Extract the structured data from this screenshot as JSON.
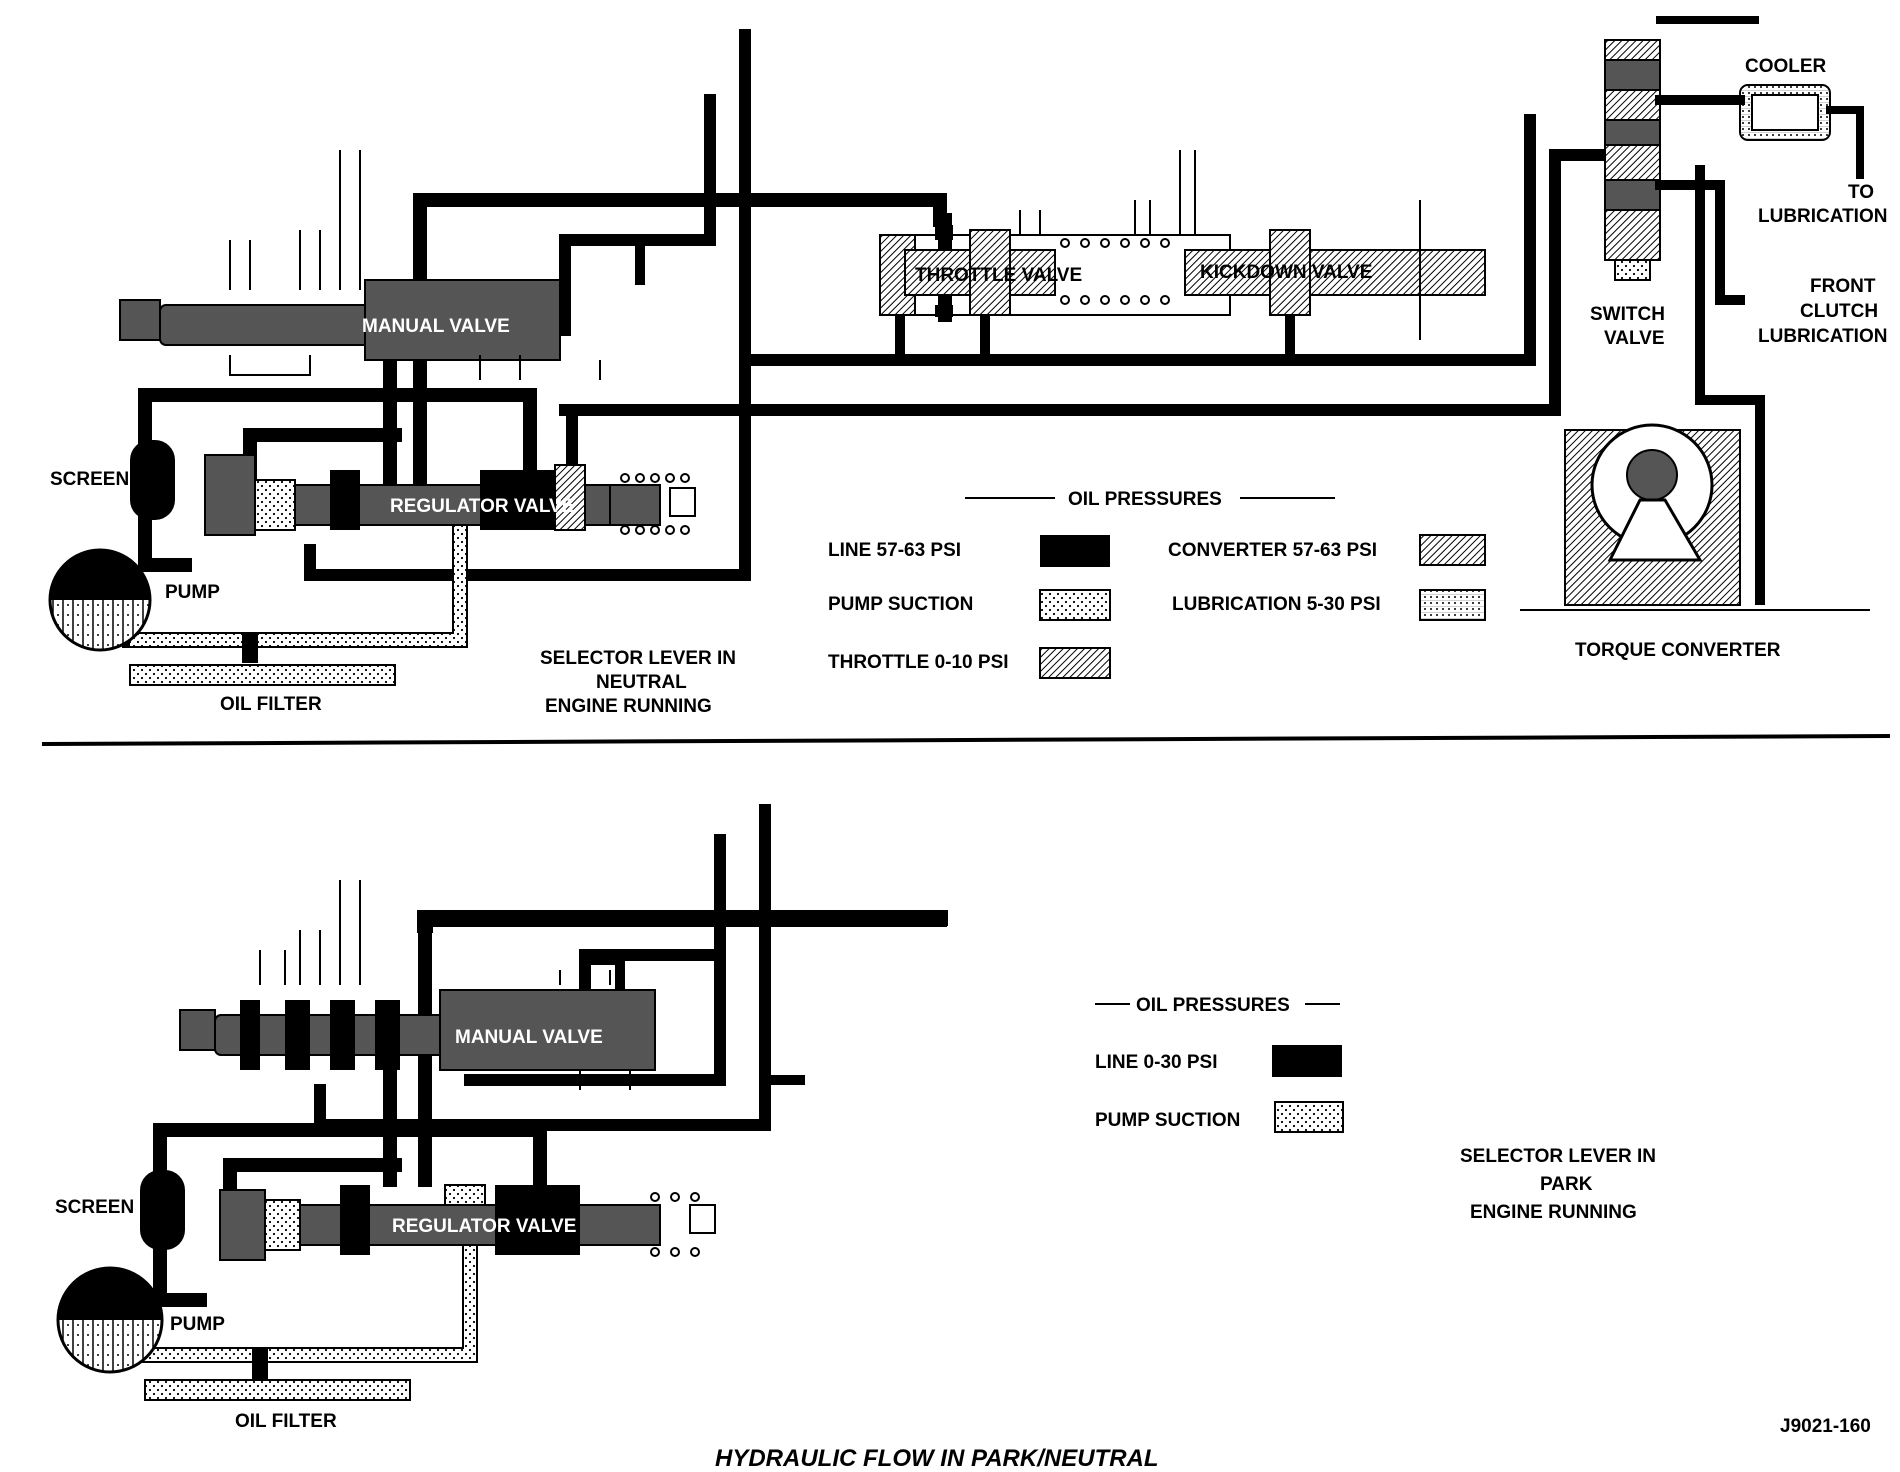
{
  "figure_title": "HYDRAULIC FLOW IN PARK/NEUTRAL",
  "figure_code": "J9021-160",
  "top": {
    "labels": {
      "manual_valve": "MANUAL VALVE",
      "regulator_valve": "REGULATOR VALVE",
      "throttle_valve": "THROTTLE VALVE",
      "kickdown_valve": "KICKDOWN VALVE",
      "screen": "SCREEN",
      "pump": "PUMP",
      "oil_filter": "OIL FILTER",
      "switch_valve_1": "SWITCH",
      "switch_valve_2": "VALVE",
      "cooler": "COOLER",
      "to_lub_1": "TO",
      "to_lub_2": "LUBRICATION",
      "front_clutch_1": "FRONT",
      "front_clutch_2": "CLUTCH",
      "front_clutch_3": "LUBRICATION",
      "torque_converter": "TORQUE CONVERTER"
    },
    "status": [
      "SELECTOR LEVER IN",
      "NEUTRAL",
      "ENGINE RUNNING"
    ],
    "legend": {
      "heading": "OIL PRESSURES",
      "items": [
        {
          "label": "LINE 57-63 PSI",
          "pattern": "solid-black"
        },
        {
          "label": "PUMP SUCTION",
          "pattern": "dots"
        },
        {
          "label": "THROTTLE 0-10 PSI",
          "pattern": "dense-hatch"
        },
        {
          "label": "CONVERTER 57-63 PSI",
          "pattern": "hatch"
        },
        {
          "label": "LUBRICATION 5-30 PSI",
          "pattern": "grid-dots"
        }
      ]
    }
  },
  "bottom": {
    "labels": {
      "manual_valve": "MANUAL VALVE",
      "regulator_valve": "REGULATOR VALVE",
      "screen": "SCREEN",
      "pump": "PUMP",
      "oil_filter": "OIL FILTER"
    },
    "status": [
      "SELECTOR LEVER IN",
      "PARK",
      "ENGINE RUNNING"
    ],
    "legend": {
      "heading": "OIL PRESSURES",
      "items": [
        {
          "label": "LINE 0-30 PSI",
          "pattern": "solid-black"
        },
        {
          "label": "PUMP SUCTION",
          "pattern": "dots"
        }
      ]
    }
  }
}
